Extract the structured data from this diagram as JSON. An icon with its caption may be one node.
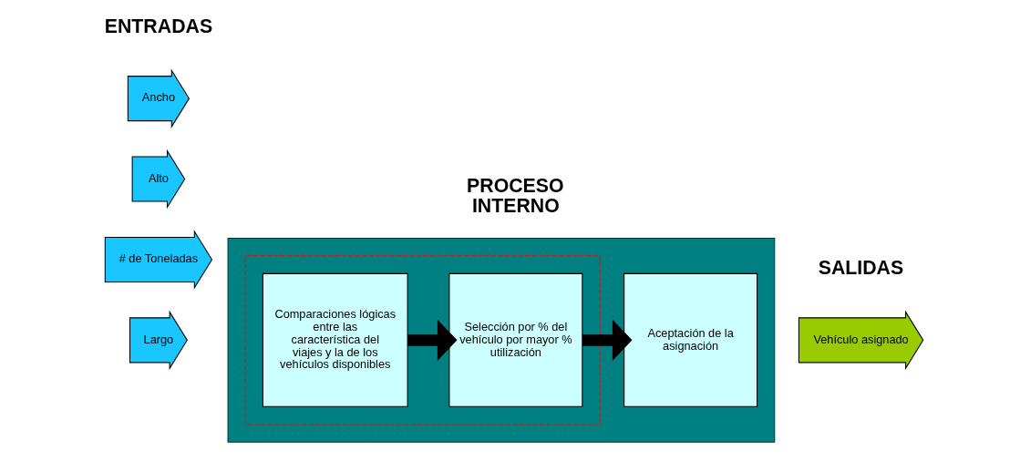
{
  "diagram": {
    "nodes": [
      {
        "text": [
          "Largo"
        ]
      },
      {
        "text": [
          "Ancho"
        ]
      },
      {
        "text": [
          "Alto"
        ]
      },
      {
        "text": [
          "# de Toneladas"
        ]
      },
      {
        "text": [],
        "shape": "box"
      },
      {
        "text": [],
        "shape": "box",
        "in": 4
      },
      {
        "text": [
          "Comparaciones lógicas entre las característica del viajes y la de los vehículos disponibles"
        ],
        "in": 5
      },
      {
        "text": [
          "Selección por % del vehículo por mayor % utilización"
        ],
        "in": 5
      },
      {
        "text": [
          "Aceptación de la asignación"
        ],
        "in": 4
      },
      {
        "text": [
          "Vehículo asignado"
        ]
      }
    ],
    "edges": [
      {
        "from": 6,
        "to": 7,
        "arrow": "to"
      },
      {
        "from": 7,
        "to": 8,
        "arrow": "to"
      }
    ],
    "labels": [
      "ENTRADAS",
      "PROCESO INTERNO",
      "SALIDAS"
    ]
  }
}
